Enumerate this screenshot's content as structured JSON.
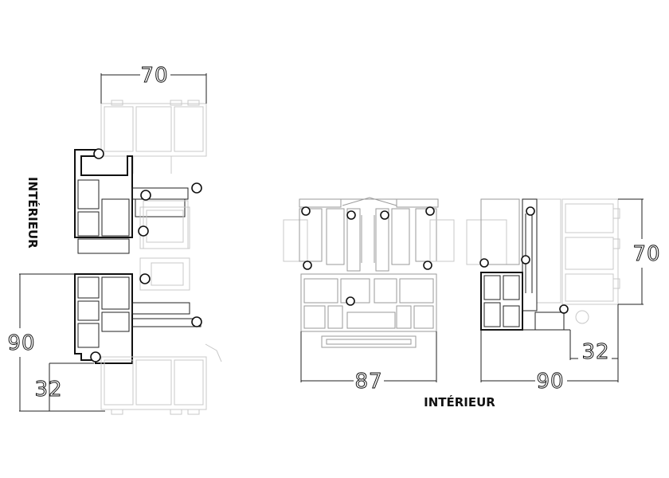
{
  "labels": {
    "interior_vertical": "INTÉRIEUR",
    "interior_bottom": "INTÉRIEUR"
  },
  "dimensions": {
    "left_top_width": "70",
    "left_height": "90",
    "left_depth": "32",
    "mid_width": "87",
    "right_width": "90",
    "right_height": "70",
    "right_depth": "32"
  }
}
